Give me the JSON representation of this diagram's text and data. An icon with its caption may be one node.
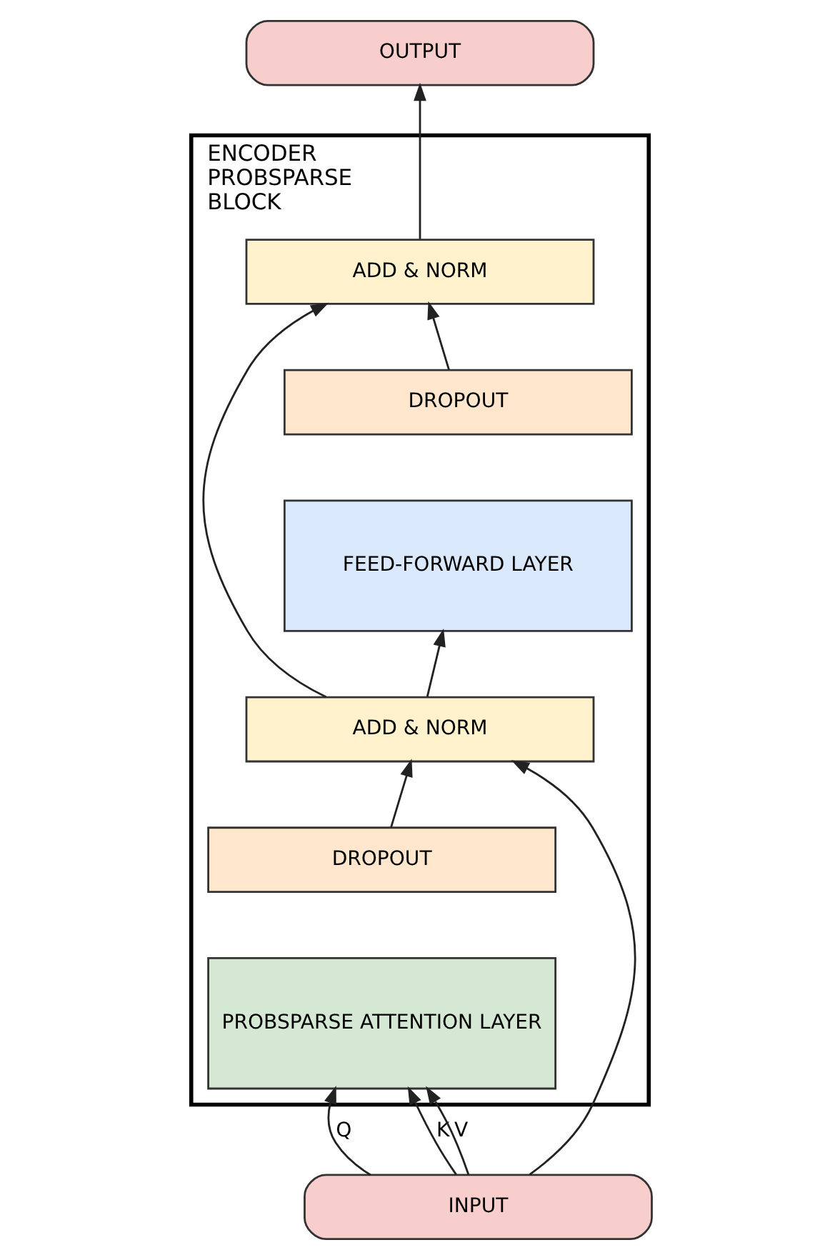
{
  "diagram": {
    "nodes": [
      {
        "text": [
          "OUTPUT"
        ]
      },
      {
        "text": [
          "ENCODER PROBSPARSE BLOCK"
        ]
      },
      {
        "text": [
          "ADD & NORM"
        ],
        "in": 1
      },
      {
        "text": [
          "DROPOUT"
        ],
        "in": 1
      },
      {
        "text": [
          "FEED-FORWARD LAYER"
        ],
        "in": 1
      },
      {
        "text": [
          "ADD & NORM"
        ],
        "in": 1
      },
      {
        "text": [
          "DROPOUT"
        ],
        "in": 1
      },
      {
        "text": [
          "PROBSPARSE ATTENTION LAYER"
        ],
        "in": 1
      },
      {
        "text": [
          "INPUT"
        ]
      }
    ],
    "edges": [
      {
        "from": 8,
        "to": 7,
        "arrow": "to",
        "label": "Q"
      },
      {
        "from": 8,
        "to": 7,
        "arrow": "to",
        "label": "K"
      },
      {
        "from": 8,
        "to": 7,
        "arrow": "to",
        "label": "V"
      },
      {
        "from": 8,
        "to": 5,
        "arrow": "to"
      },
      {
        "from": 6,
        "to": 5,
        "arrow": "to"
      },
      {
        "from": 5,
        "to": 4,
        "arrow": "to"
      },
      {
        "from": 5,
        "to": 2,
        "arrow": "to"
      },
      {
        "from": 3,
        "to": 2,
        "arrow": "to"
      },
      {
        "from": 2,
        "to": 0,
        "arrow": "to"
      }
    ]
  }
}
